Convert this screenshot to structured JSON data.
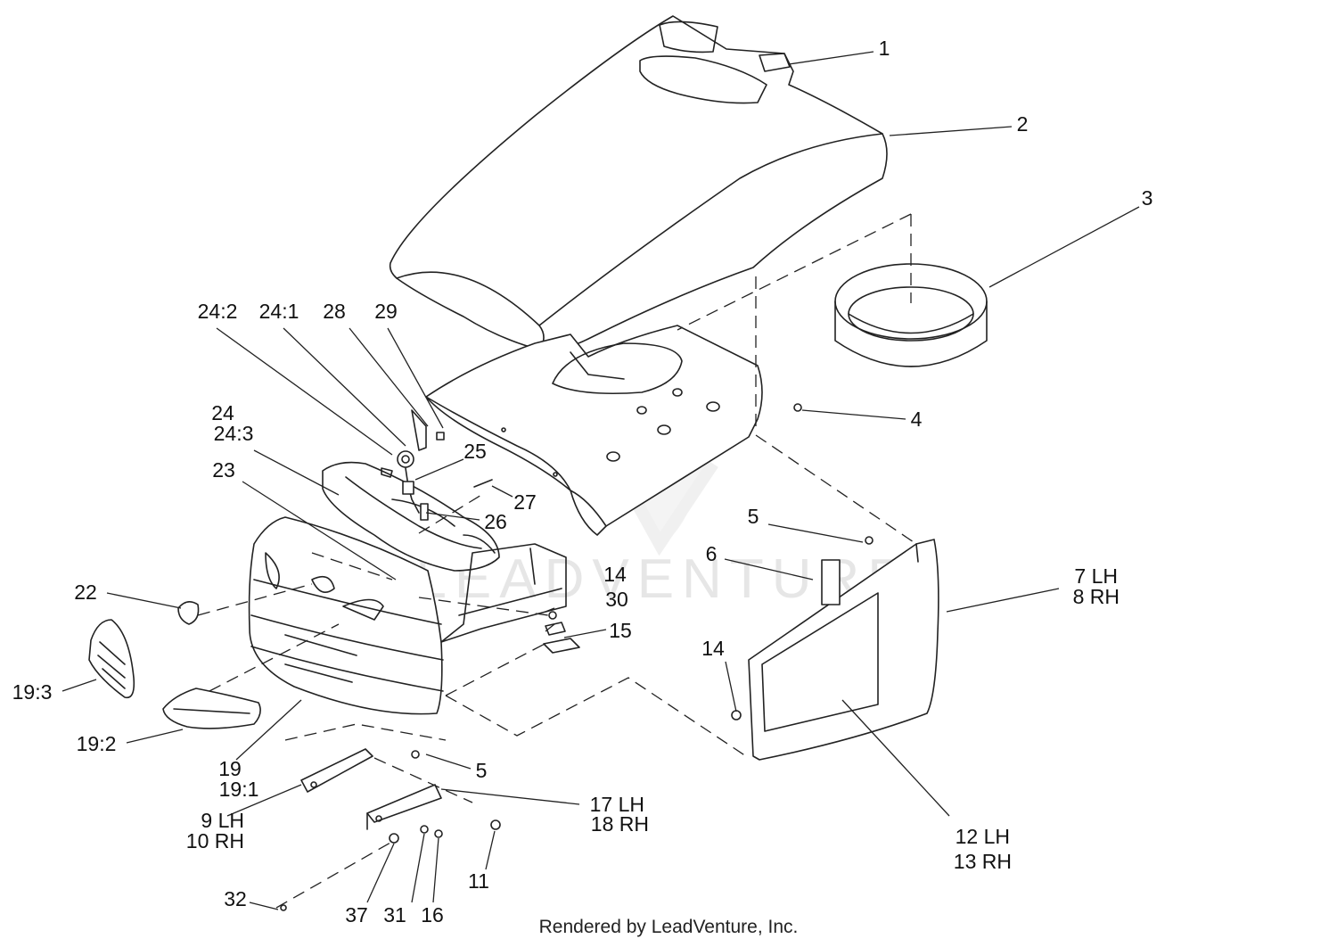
{
  "diagram": {
    "callouts": [
      "1",
      "2",
      "3",
      "4",
      "5",
      "5",
      "6",
      "7 LH",
      "8 RH",
      "9 LH",
      "10 RH",
      "11",
      "12 LH",
      "13 RH",
      "14",
      "14",
      "15",
      "16",
      "17 LH",
      "18 RH",
      "19",
      "19:1",
      "19:2",
      "19:3",
      "22",
      "23",
      "24",
      "24:3",
      "24:2",
      "24:1",
      "25",
      "26",
      "27",
      "28",
      "29",
      "30",
      "31",
      "32",
      "37"
    ],
    "watermark": "LEADVENTURE",
    "footer": "Rendered by LeadVenture, Inc."
  }
}
